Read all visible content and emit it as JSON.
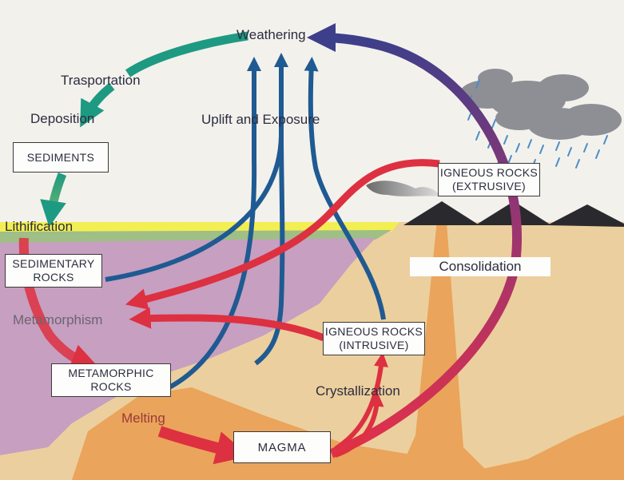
{
  "labels": {
    "weathering": "Weathering",
    "transportation": "Trasportation",
    "deposition": "Deposition",
    "uplift": "Uplift and Exposure",
    "lithification": "Lithification",
    "metamorphism": "Metamorphism",
    "melting": "Melting",
    "crystallization": "Crystallization",
    "consolidation": "Consolidation"
  },
  "boxes": {
    "sediments": [
      "SEDIMENTS"
    ],
    "sedimentary_rocks": [
      "SEDIMENTARY",
      "ROCKS"
    ],
    "metamorphic_rocks": [
      "METAMORPHIC",
      "ROCKS"
    ],
    "magma": [
      "MAGMA"
    ],
    "igneous_intrusive": [
      "IGNEOUS ROCKS",
      "(INTRUSIVE)"
    ],
    "igneous_extrusive": [
      "IGNEOUS ROCKS",
      "(EXTRUSIVE)"
    ]
  },
  "colors": {
    "sky": "#f3f1ec",
    "ground_tan": "#eccf9e",
    "ground_orange": "#eaa45b",
    "sediment_layer": "#c79fc0",
    "yellow_layer": "#f3ee52",
    "blue_arrow": "#1f5a92",
    "red_arrow": "#dd3040",
    "green_arrow": "#1e9a82",
    "purple_arrow": "#5a3f86",
    "mountains": "#2a2a2e",
    "clouds": "#8d8f95",
    "rain": "#4a8ec8"
  }
}
